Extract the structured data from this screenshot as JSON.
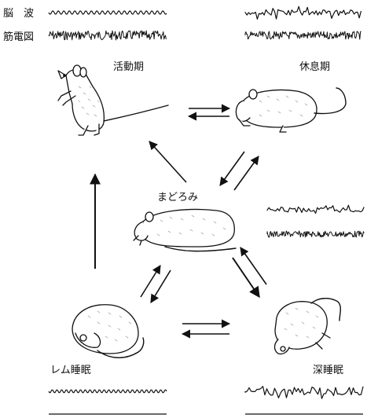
{
  "labels": {
    "eeg": "脳　波",
    "emg": "筋電図",
    "active": "活動期",
    "rest": "休息期",
    "drowsy": "まどろみ",
    "rem": "レム睡眠",
    "deep": "深睡眠"
  },
  "colors": {
    "ink": "#111111",
    "paper": "#ffffff"
  }
}
